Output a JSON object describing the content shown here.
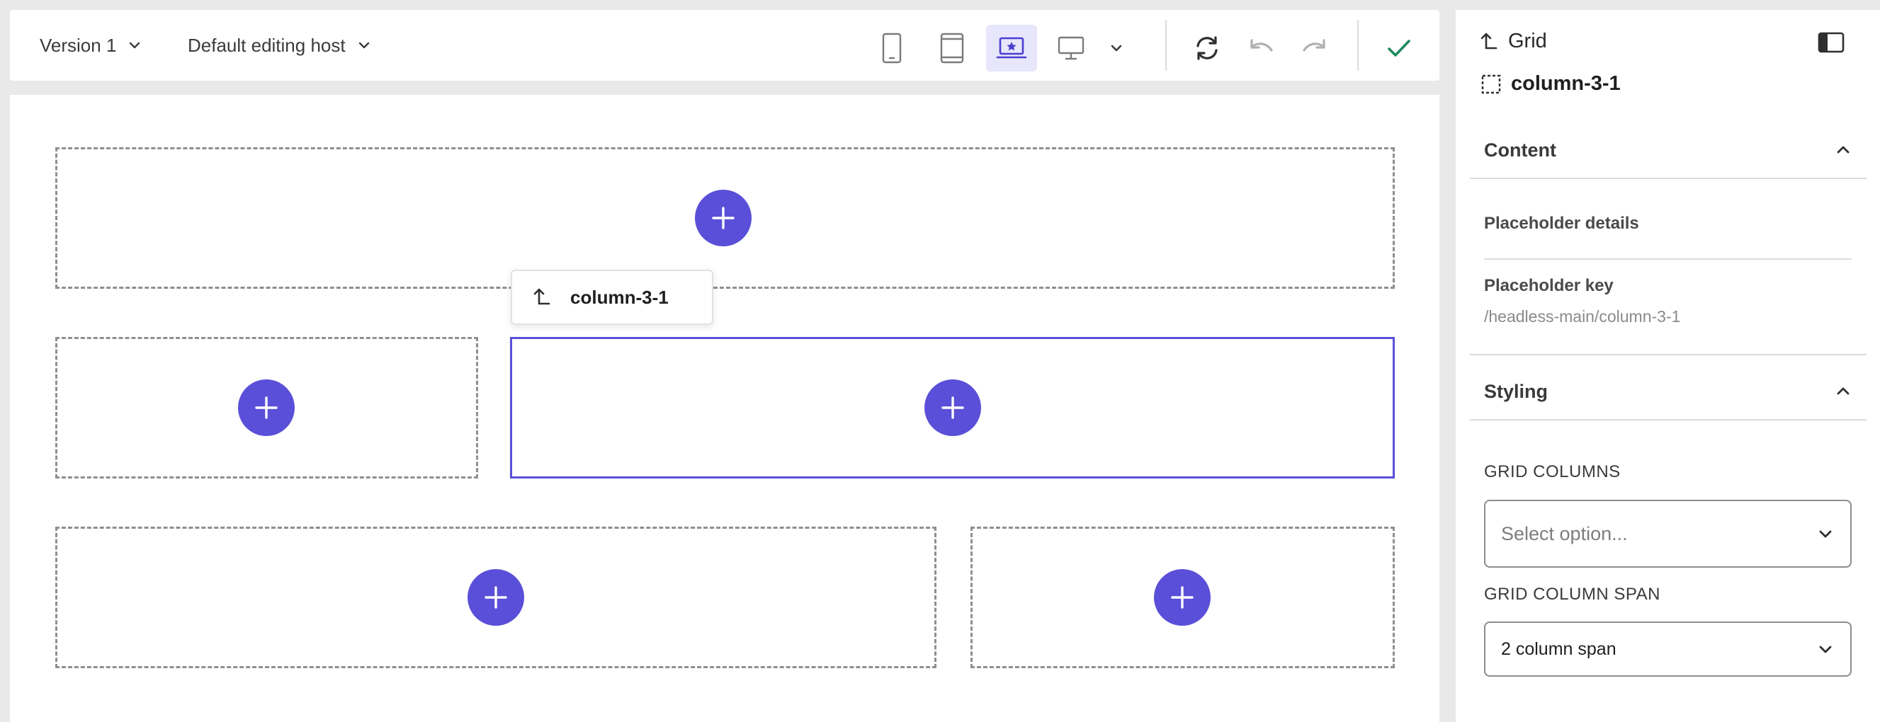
{
  "toolbar": {
    "version_label": "Version 1",
    "host_label": "Default editing host",
    "device_buttons": [
      "mobile-device-icon",
      "tablet-device-icon",
      "laptop-device-icon",
      "desktop-device-icon",
      "chevron-down-icon"
    ],
    "active_device": "laptop",
    "actions": [
      "refresh-icon",
      "undo-icon",
      "redo-icon",
      "checkmark-icon"
    ]
  },
  "canvas": {
    "chip_label": "column-3-1",
    "placeholders": [
      {
        "name": "row-1-full",
        "selected": false
      },
      {
        "name": "row-2-col-1",
        "selected": false
      },
      {
        "name": "row-2-col-2",
        "selected": true
      },
      {
        "name": "row-3-col-1",
        "selected": false
      },
      {
        "name": "row-3-col-2",
        "selected": false
      }
    ]
  },
  "panel": {
    "parent_label": "Grid",
    "node_label": "column-3-1",
    "content_section": "Content",
    "placeholder_details": "Placeholder details",
    "placeholder_key_label": "Placeholder key",
    "placeholder_key_value": "/headless-main/column-3-1",
    "styling_section": "Styling",
    "grid_columns_label": "GRID COLUMNS",
    "grid_columns_placeholder": "Select option...",
    "grid_column_span_label": "GRID COLUMN SPAN",
    "grid_column_span_value": "2 column span"
  },
  "colors": {
    "accent": "#5a4fd8",
    "accent_light": "#e8e6fb",
    "confirm": "#1f8a5c",
    "dashed": "#8f8f8f"
  }
}
